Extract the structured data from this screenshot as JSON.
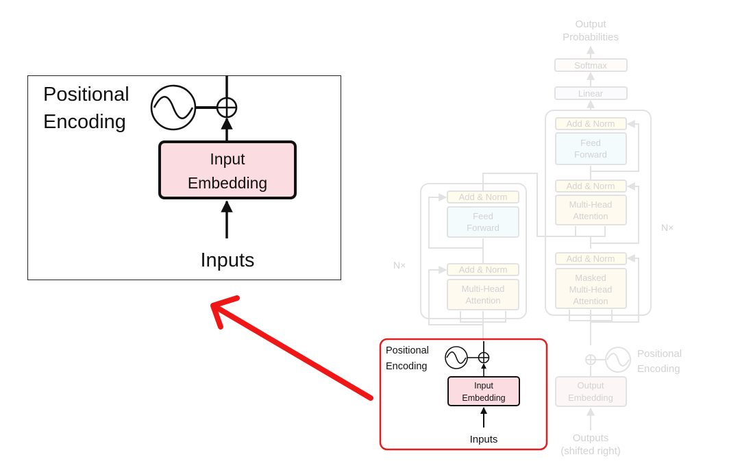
{
  "colors": {
    "faded_stroke": "#e2e2e2",
    "faded_text": "#d2d2d2",
    "embedding_fill": "#fbdde1",
    "faded_embedding_fill": "#fdf6f6",
    "faded_ffn_fill": "#f4fbfd",
    "faded_mha_fill": "#fffaf0",
    "faded_addnorm_fill": "#fffcee",
    "highlight_red": "#e02020",
    "arrow_red": "#f01616"
  },
  "zoom": {
    "pos_enc_line1": "Positional",
    "pos_enc_line2": "Encoding",
    "embed_line1": "Input",
    "embed_line2": "Embedding",
    "inputs": "Inputs"
  },
  "transformer": {
    "output_probs_line1": "Output",
    "output_probs_line2": "Probabilities",
    "softmax": "Softmax",
    "linear": "Linear",
    "add_norm": "Add & Norm",
    "feed_line1": "Feed",
    "feed_line2": "Forward",
    "mha_line1": "Multi-Head",
    "mha_line2": "Attention",
    "masked_line1": "Masked",
    "nx": "N×",
    "pos_enc_line1": "Positional",
    "pos_enc_line2": "Encoding",
    "out_embed_line1": "Output",
    "out_embed_line2": "Embedding",
    "outputs_line1": "Outputs",
    "outputs_line2": "(shifted right)",
    "in_pos_enc_line1": "Positional",
    "in_pos_enc_line2": "Encoding",
    "in_embed_line1": "Input",
    "in_embed_line2": "Embedding",
    "inputs": "Inputs"
  }
}
